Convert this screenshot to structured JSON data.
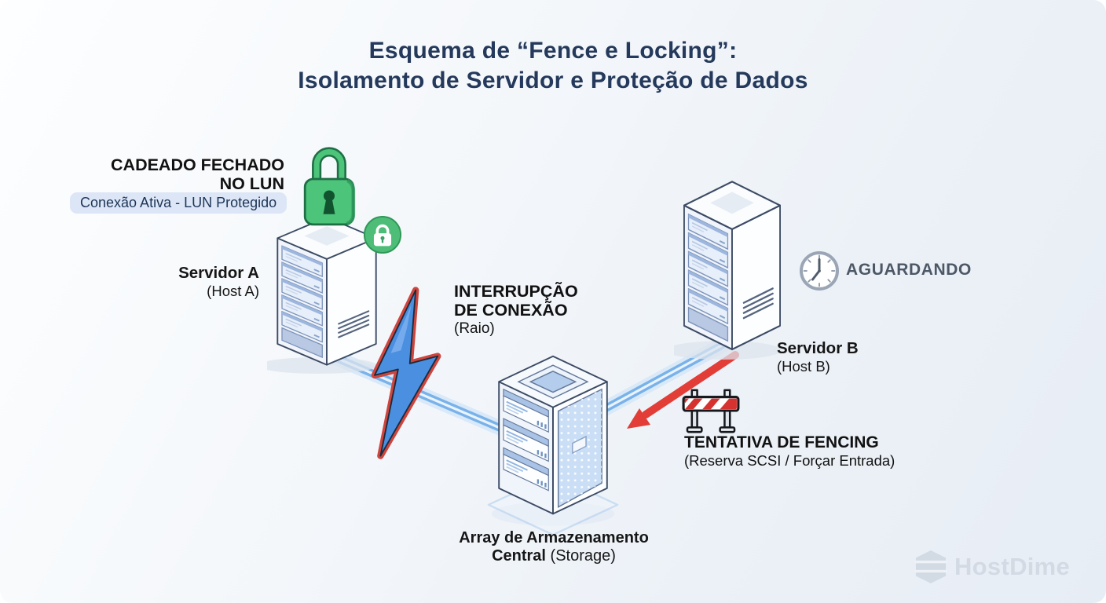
{
  "title": {
    "line1": "Esquema de “Fence e Locking”:",
    "line2": "Isolamento de Servidor e Proteção de Dados"
  },
  "lock_callout": {
    "heading_line1": "CADEADO FECHADO",
    "heading_line2": "NO LUN",
    "badge_label": "Conexão Ativa - LUN Protegido"
  },
  "server_a": {
    "name": "Servidor A",
    "host": "(Host A)"
  },
  "server_b": {
    "name": "Servidor B",
    "host": "(Host B)"
  },
  "interruption": {
    "line1": "INTERRUPÇÃO",
    "line2": "DE CONEXÃO",
    "subtitle": "(Raio)"
  },
  "waiting": {
    "label": "AGUARDANDO"
  },
  "fencing": {
    "title": "TENTATIVA DE FENCING",
    "subtitle": "(Reserva SCSI / Forçar Entrada)"
  },
  "storage": {
    "line1": "Array de Armazenamento",
    "line2_bold": "Central",
    "line2_regular": "(Storage)"
  },
  "watermark": {
    "brand": "HostDime"
  },
  "icons": {
    "padlock": "closed-green-padlock",
    "lock_badge": "green-lock-badge",
    "clock": "waiting-clock",
    "lightning": "connection-interruption-bolt",
    "barrier": "fencing-roadblock-barrier",
    "arrow": "fencing-attempt-arrow"
  },
  "colors": {
    "title_text": "#24395b",
    "accent_green": "#4cc47a",
    "accent_red": "#e23d36",
    "connection_blue": "#79b2e9",
    "badge_bg": "#dce6f6",
    "waiting_text": "#4d5866",
    "watermark_gray": "#d3dae4"
  }
}
